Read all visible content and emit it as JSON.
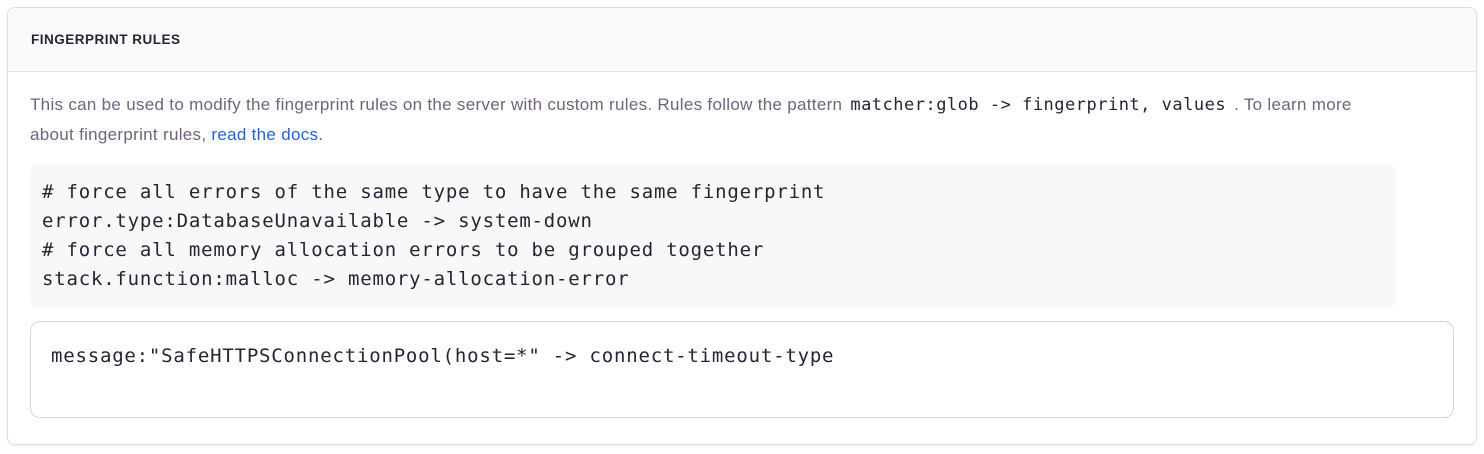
{
  "panel": {
    "title": "FINGERPRINT RULES",
    "description": {
      "text_before_code": "This can be used to modify the fingerprint rules on the server with custom rules. Rules follow the pattern",
      "inline_code": "matcher:glob -> fingerprint, values",
      "text_after_code": ". To learn more about fingerprint rules,",
      "link_label": "read the docs."
    },
    "example_code": "# force all errors of the same type to have the same fingerprint\nerror.type:DatabaseUnavailable -> system-down\n# force all memory allocation errors to be grouped together\nstack.function:malloc -> memory-allocation-error",
    "rules_field": {
      "value": "message:\"SafeHTTPSConnectionPool(host=*\" -> connect-timeout-type"
    },
    "colors": {
      "heading_text": "#2b2233",
      "body_text": "#71637e",
      "link": "#2562d4",
      "panel_border": "#e0dce5",
      "header_background": "#fafafb",
      "code_background": "#f8f8f9",
      "textarea_border": "#d9d4df"
    }
  }
}
